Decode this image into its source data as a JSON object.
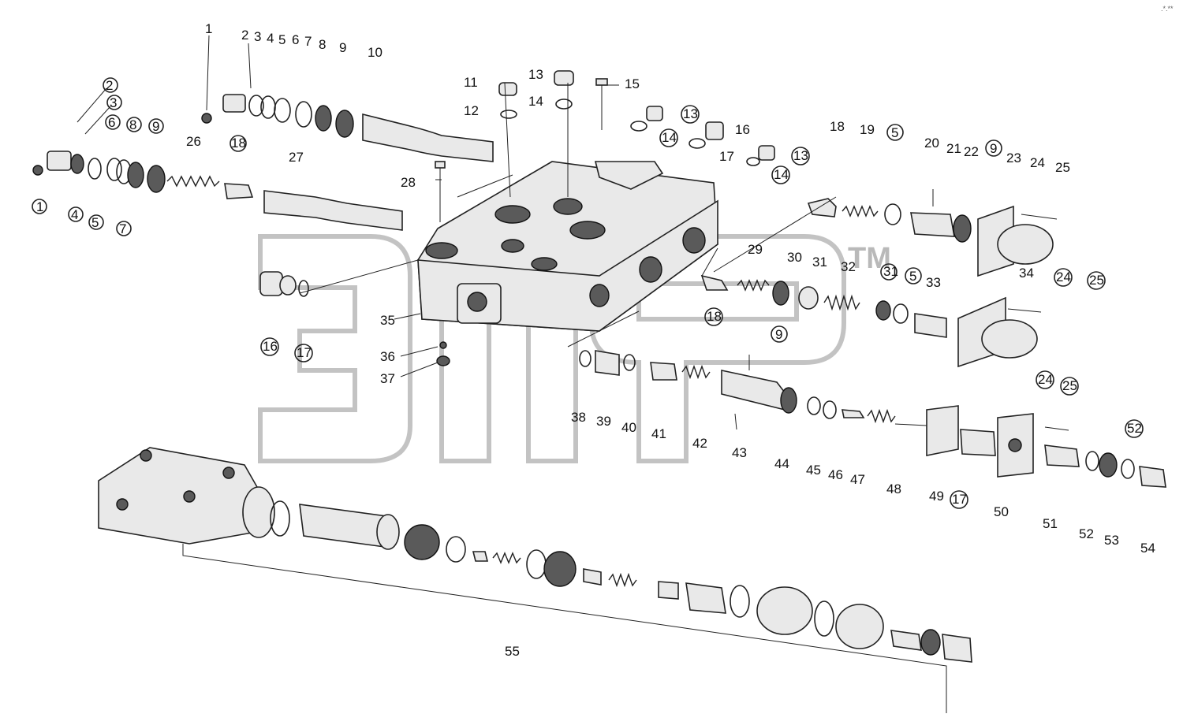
{
  "watermark": {
    "brand": "эпф",
    "trademark": "TM"
  },
  "labels": [
    "1",
    "2",
    "3",
    "4",
    "5",
    "6",
    "7",
    "8",
    "9",
    "10",
    "11",
    "12",
    "13",
    "14",
    "15",
    "16",
    "17",
    "18",
    "19",
    "20",
    "21",
    "22",
    "23",
    "24",
    "25",
    "26",
    "27",
    "28",
    "29",
    "30",
    "31",
    "32",
    "33",
    "34",
    "35",
    "36",
    "37",
    "38",
    "39",
    "40",
    "41",
    "42",
    "43",
    "44",
    "45",
    "46",
    "47",
    "48",
    "49",
    "50",
    "51",
    "52",
    "53",
    "54",
    "55"
  ],
  "colors": {
    "ink": "#222222",
    "watermark": "#b9b9b9",
    "background": "#ffffff"
  }
}
